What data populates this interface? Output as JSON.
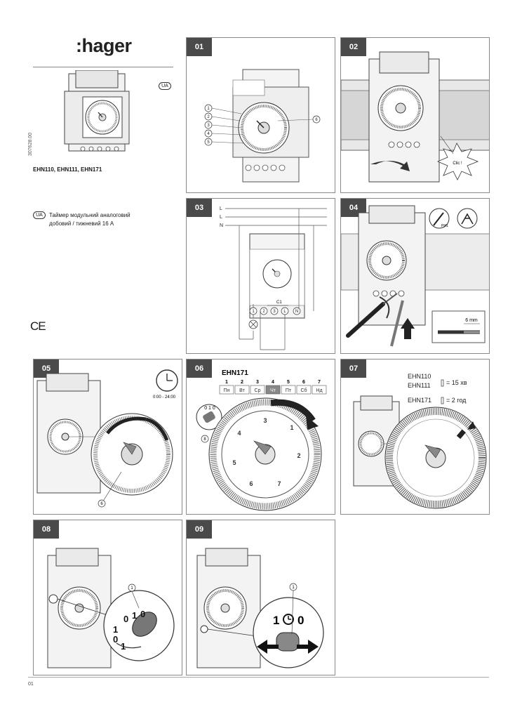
{
  "brand": {
    "name": ":hager"
  },
  "cover": {
    "doc_code": "307628.00",
    "ua_badge": "UA",
    "models": "EHN110, EHN111, EHN171",
    "description_line1": "Таймер модульний аналоговий",
    "description_line2": "добовий / тижневий 16 А",
    "ce": "CE"
  },
  "steps": {
    "s01": {
      "label": "01",
      "callouts": [
        "1",
        "2",
        "3",
        "4",
        "5",
        "6"
      ]
    },
    "s02": {
      "label": "02",
      "clic": "Clic !"
    },
    "s03": {
      "label": "03",
      "lines": [
        "L",
        "L",
        "N"
      ],
      "c1": "C1",
      "terminals": [
        "1",
        "2",
        "3",
        "L",
        "N"
      ]
    },
    "s04": {
      "label": "04",
      "ph_label": "PH1",
      "strip_length": "6 mm"
    },
    "s05": {
      "label": "05",
      "range": "0:00 - 24:00",
      "callout": "6"
    },
    "s06": {
      "label": "06",
      "model": "EHN171",
      "day_numbers": [
        "1",
        "2",
        "3",
        "4",
        "5",
        "6",
        "7"
      ],
      "day_names": [
        "Пн",
        "Вт",
        "Ср",
        "Чт",
        "Пт",
        "Сб",
        "Нд"
      ],
      "switch_marks": "0 1 0",
      "callout": "8",
      "dial_numbers": [
        "1",
        "2",
        "3",
        "4",
        "5",
        "6",
        "7"
      ]
    },
    "s07": {
      "label": "07",
      "model_a": "EHN110",
      "model_b": "EHN111",
      "value_a": "= 15 хв",
      "model_c": "EHN171",
      "value_c": "= 2 год"
    },
    "s08": {
      "label": "08",
      "callout": "1",
      "marks": [
        "0",
        "1",
        "0",
        "1",
        "0",
        "1"
      ]
    },
    "s09": {
      "label": "09",
      "callout": "1",
      "left_mark": "1",
      "right_mark": "0"
    }
  },
  "footer": {
    "page_number": "01"
  }
}
